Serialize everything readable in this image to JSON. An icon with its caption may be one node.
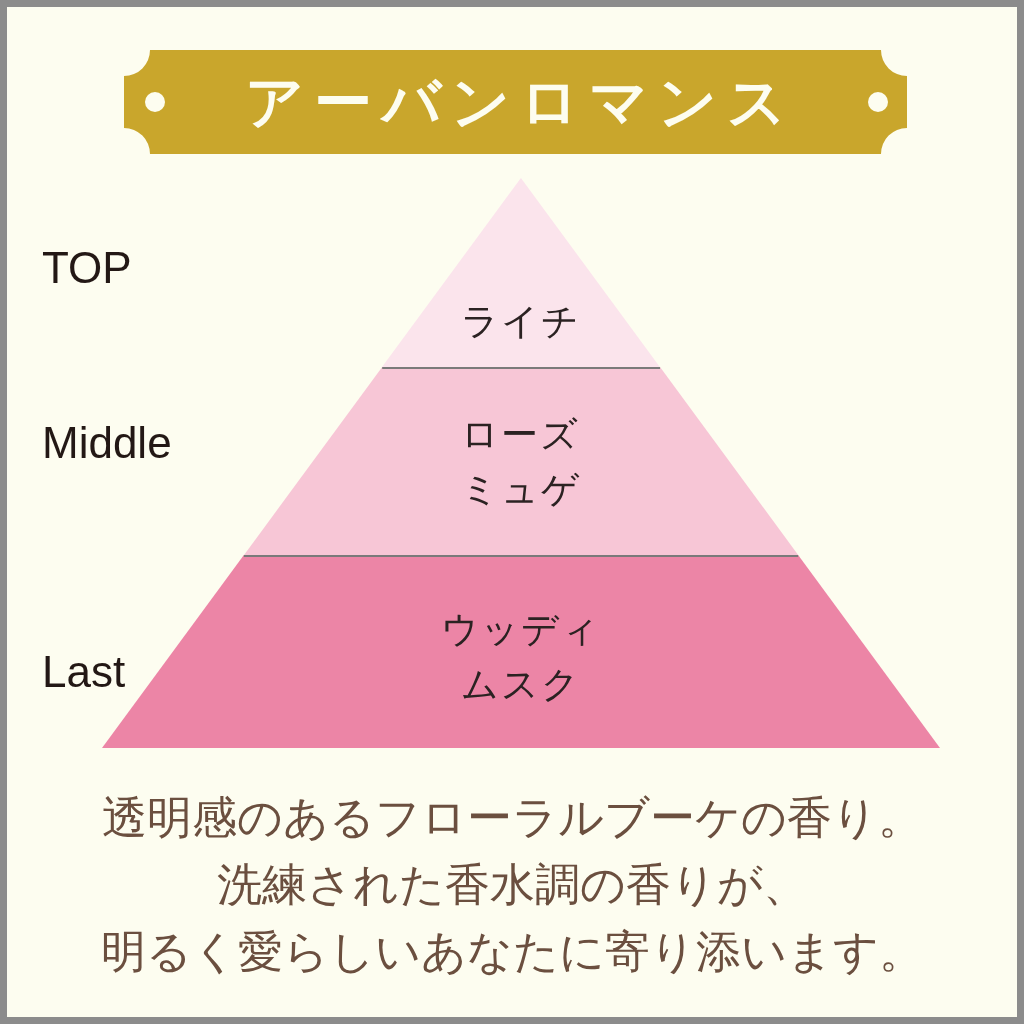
{
  "diagram": {
    "title": "アーバンロマンス",
    "nodes": [
      {
        "text": [
          "ライチ"
        ]
      },
      {
        "text": [
          "ローズ",
          "ミュゲ"
        ]
      },
      {
        "text": [
          "ウッディ",
          "ムスク"
        ]
      }
    ],
    "labels": [
      "TOP",
      "Middle",
      "Last"
    ],
    "caption": "透明感のあるフローラルブーケの香り。洗練された香水調の香りが、明るく愛らしいあなたに寄り添います。"
  }
}
